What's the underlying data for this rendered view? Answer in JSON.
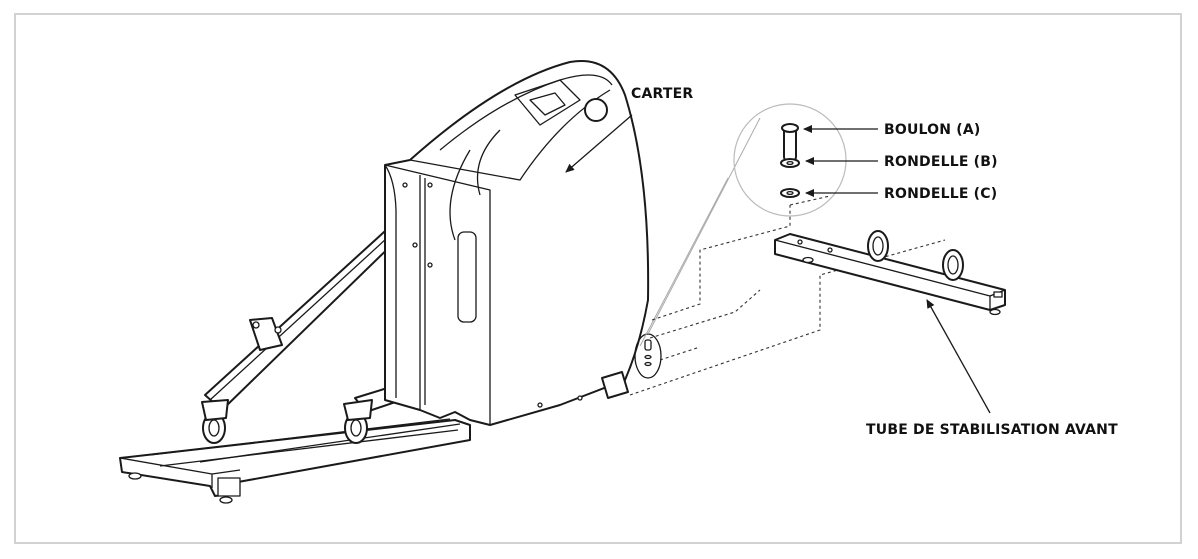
{
  "labels": {
    "carter": "CARTER",
    "boulon_a": "BOULON (A)",
    "rondelle_b": "RONDELLE (B)",
    "rondelle_c": "RONDELLE (C)",
    "tube": "TUBE DE STABILISATION AVANT"
  },
  "colors": {
    "line": "#1a1a1a",
    "frame": "#d2d2d2",
    "background": "#ffffff"
  }
}
